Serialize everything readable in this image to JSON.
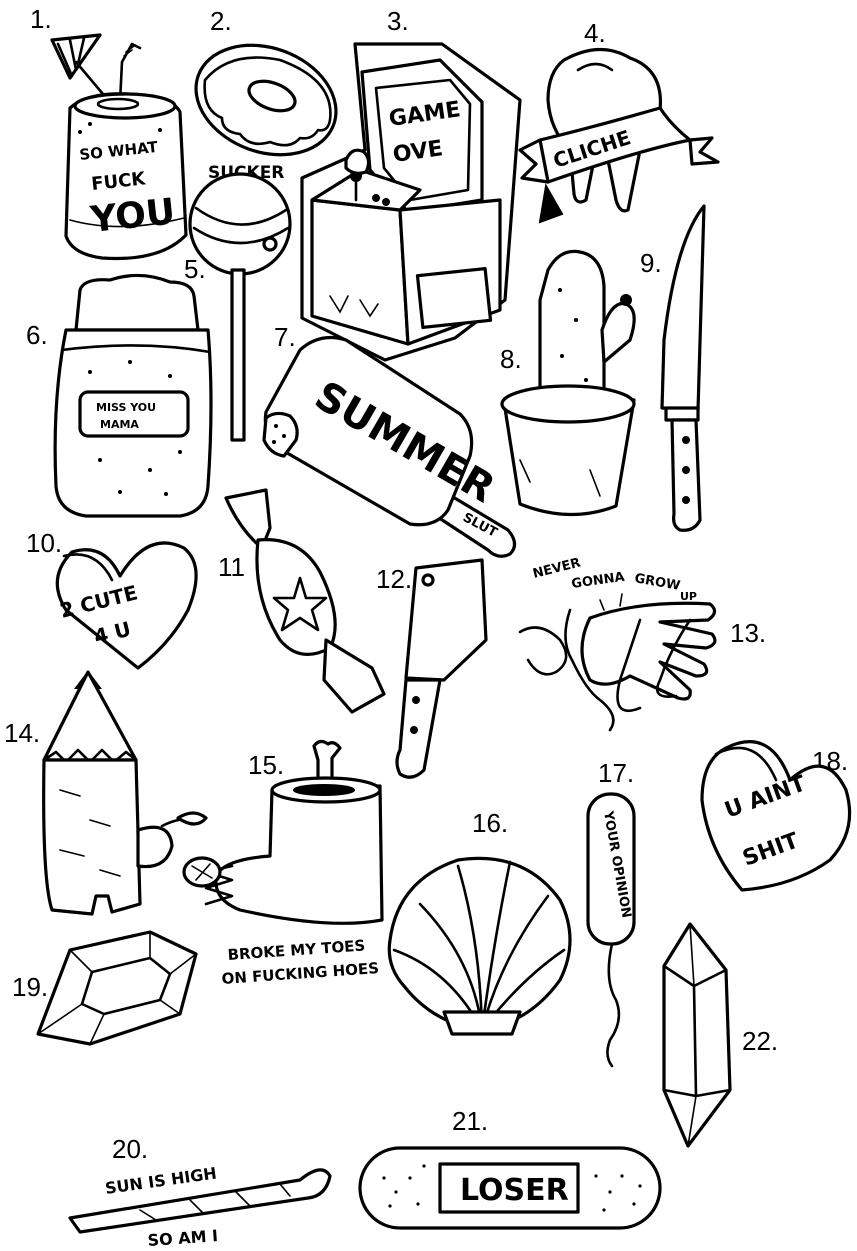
{
  "sheet": {
    "items": [
      {
        "number": "1.",
        "icon": "soda-can-icon",
        "text": [
          "SO WHAT",
          "FUCK",
          "YOU"
        ]
      },
      {
        "number": "2.",
        "icon": "donut-icon"
      },
      {
        "number": "3.",
        "icon": "arcade-machine-icon",
        "text": [
          "GAME",
          "OVE"
        ]
      },
      {
        "number": "4.",
        "icon": "tooth-banner-icon",
        "text": [
          "CLICHE"
        ]
      },
      {
        "number": "5.",
        "icon": "lollipop-icon",
        "text": [
          "SUCKER"
        ]
      },
      {
        "number": "6.",
        "icon": "jar-icon",
        "text": [
          "MISS YOU",
          "MAMA"
        ]
      },
      {
        "number": "7.",
        "icon": "popsicle-icon",
        "text": [
          "SUMMER",
          "SLUT"
        ]
      },
      {
        "number": "8.",
        "icon": "cactus-icon"
      },
      {
        "number": "9.",
        "icon": "knife-icon"
      },
      {
        "number": "10.",
        "icon": "heart-candy-icon",
        "text": [
          "2 CUTE",
          "4 U"
        ]
      },
      {
        "number": "11",
        "icon": "wrapped-candy-icon"
      },
      {
        "number": "12.",
        "icon": "cleaver-icon"
      },
      {
        "number": "13.",
        "icon": "hand-worms-icon",
        "text": [
          "NEVER",
          "GONNA",
          "GROW",
          "UP"
        ]
      },
      {
        "number": "14.",
        "icon": "pencil-pipe-icon"
      },
      {
        "number": "15.",
        "icon": "boot-bone-icon",
        "text": [
          "BROKE MY TOES",
          "ON FUCKING HOES"
        ]
      },
      {
        "number": "16.",
        "icon": "seashell-icon"
      },
      {
        "number": "17.",
        "icon": "tampon-icon",
        "text": [
          "YOUR OPINION"
        ]
      },
      {
        "number": "18.",
        "icon": "heart-candy-icon",
        "text": [
          "U AINT",
          "SHIT"
        ]
      },
      {
        "number": "19.",
        "icon": "gem-icon"
      },
      {
        "number": "20.",
        "icon": "joint-icon",
        "text": [
          "SUN IS HIGH",
          "SO AM I"
        ]
      },
      {
        "number": "21.",
        "icon": "bandage-icon",
        "text": [
          "LOSER"
        ]
      },
      {
        "number": "22.",
        "icon": "crystal-icon"
      }
    ]
  }
}
